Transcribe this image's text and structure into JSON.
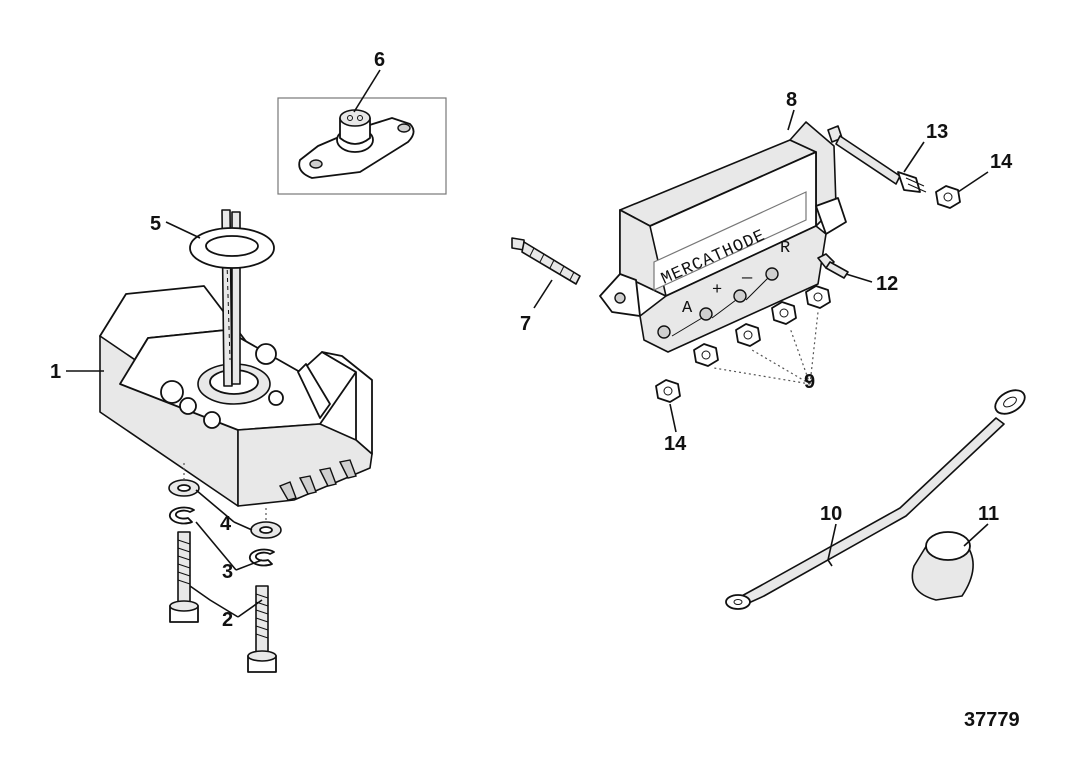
{
  "callouts": {
    "c1": "1",
    "c2": "2",
    "c3": "3",
    "c4": "4",
    "c5": "5",
    "c6": "6",
    "c7": "7",
    "c8": "8",
    "c9": "9",
    "c10": "10",
    "c11": "11",
    "c12": "12",
    "c13": "13",
    "c14a": "14",
    "c14b": "14"
  },
  "module": {
    "brand": "MERCATHODE",
    "terminal_a": "A",
    "terminal_plus": "+",
    "terminal_minus": "—",
    "terminal_r": "R"
  },
  "figure_ref": "37779"
}
